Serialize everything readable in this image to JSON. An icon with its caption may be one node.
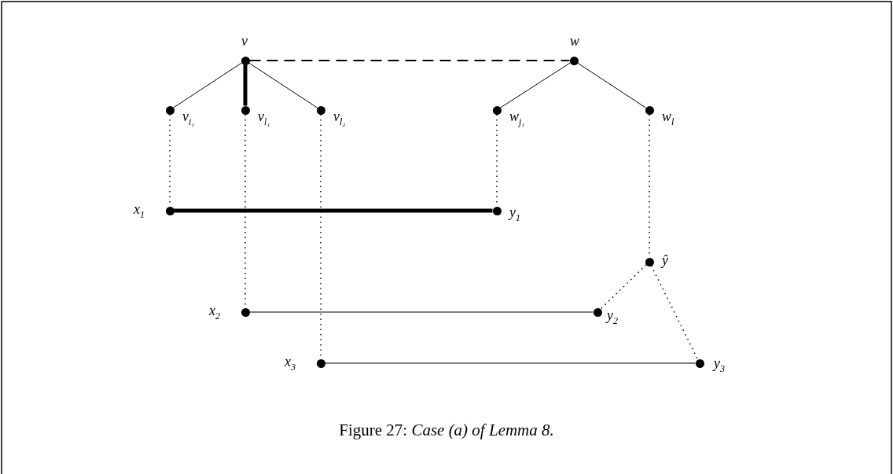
{
  "diagram": {
    "caption": "Figure 27: *Case (a) of Lemma 8.*",
    "nodes": [
      {
        "text": [],
        "shape": "circle",
        "beside": [
          "v"
        ]
      },
      {
        "text": [],
        "shape": "circle",
        "beside": [
          "w"
        ]
      },
      {
        "text": [],
        "shape": "circle",
        "beside": [
          "v$_{i₁}$"
        ]
      },
      {
        "text": [],
        "shape": "circle",
        "beside": [
          "v$_{l₁}$"
        ]
      },
      {
        "text": [],
        "shape": "circle",
        "beside": [
          "v$_{l₂}$"
        ]
      },
      {
        "text": [],
        "shape": "circle",
        "beside": [
          "w$_{j₁}$"
        ]
      },
      {
        "text": [],
        "shape": "circle",
        "beside": [
          "w$_{l}$"
        ]
      },
      {
        "text": [],
        "shape": "circle",
        "beside": [
          "x$_{1}$"
        ]
      },
      {
        "text": [],
        "shape": "circle",
        "beside": [
          "y$_{1}$"
        ]
      },
      {
        "text": [],
        "shape": "circle",
        "beside": [
          "ŷ"
        ]
      },
      {
        "text": [],
        "shape": "circle",
        "beside": [
          "x$_{2}$"
        ]
      },
      {
        "text": [],
        "shape": "circle",
        "beside": [
          "y$_{2}$"
        ]
      },
      {
        "text": [],
        "shape": "circle",
        "beside": [
          "x$_{3}$"
        ]
      },
      {
        "text": [],
        "shape": "circle",
        "beside": [
          "y$_{3}$"
        ]
      }
    ],
    "edges": [
      {
        "from": 0,
        "to": 1,
        "arrow": "none",
        "style": "dashed"
      },
      {
        "from": 0,
        "to": 2,
        "arrow": "none"
      },
      {
        "from": 0,
        "to": 3,
        "arrow": "none",
        "style": "thick"
      },
      {
        "from": 0,
        "to": 4,
        "arrow": "none"
      },
      {
        "from": 1,
        "to": 5,
        "arrow": "none"
      },
      {
        "from": 1,
        "to": 6,
        "arrow": "none"
      },
      {
        "from": 2,
        "to": 7,
        "arrow": "none",
        "style": "dashed"
      },
      {
        "from": 5,
        "to": 8,
        "arrow": "none",
        "style": "dashed"
      },
      {
        "from": 7,
        "to": 8,
        "arrow": "none",
        "style": "thick"
      },
      {
        "from": 6,
        "to": 9,
        "arrow": "none",
        "style": "dashed"
      },
      {
        "from": 3,
        "to": 10,
        "arrow": "none",
        "style": "dashed"
      },
      {
        "from": 9,
        "to": 11,
        "arrow": "none",
        "style": "dashed"
      },
      {
        "from": 10,
        "to": 11,
        "arrow": "none"
      },
      {
        "from": 4,
        "to": 12,
        "arrow": "none",
        "style": "dashed"
      },
      {
        "from": 9,
        "to": 13,
        "arrow": "none",
        "style": "dashed"
      },
      {
        "from": 12,
        "to": 13,
        "arrow": "none"
      }
    ]
  }
}
